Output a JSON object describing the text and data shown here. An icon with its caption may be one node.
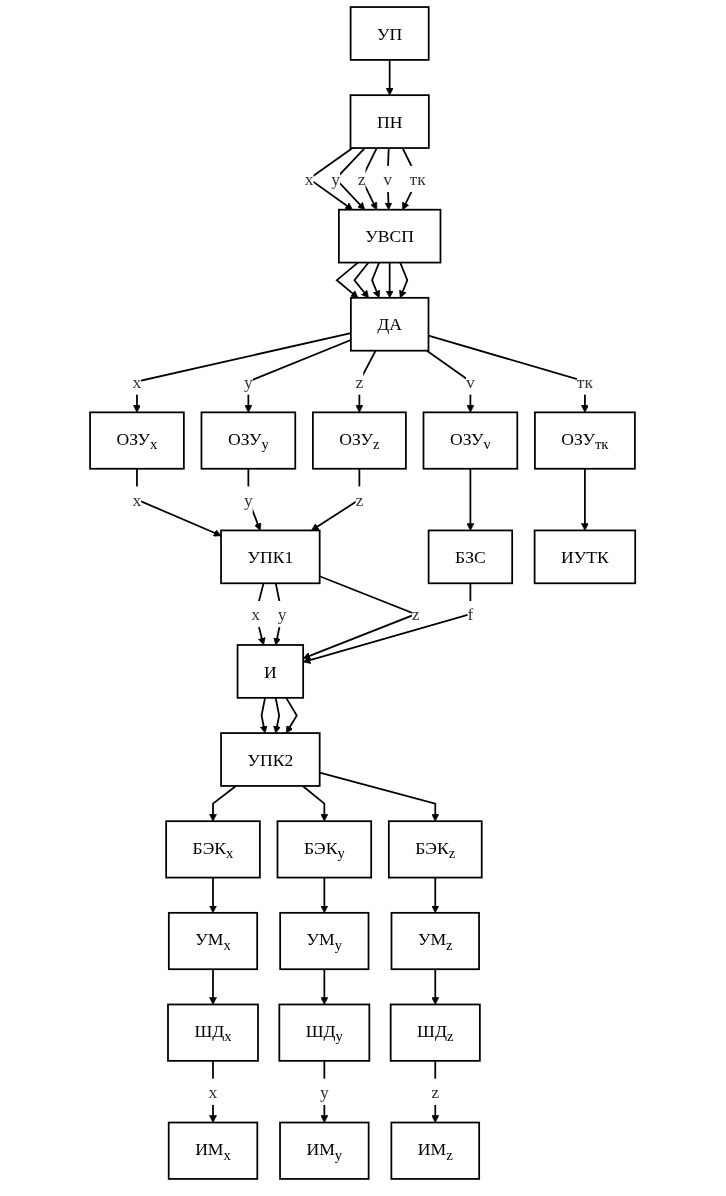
{
  "diagram": {
    "nodes": [
      {
        "text": [
          "УП"
        ]
      },
      {
        "text": [
          "ПН"
        ]
      },
      {
        "text": [
          "УВСП"
        ]
      },
      {
        "text": [
          "ДА"
        ]
      },
      {
        "text": [
          "ОЗУ$_{x}$"
        ]
      },
      {
        "text": [
          "ОЗУ$_{y}$"
        ]
      },
      {
        "text": [
          "ОЗУ$_{z}$"
        ]
      },
      {
        "text": [
          "ОЗУ$_{v}$"
        ]
      },
      {
        "text": [
          "ОЗУ$_{тк}$"
        ]
      },
      {
        "text": [
          "УПК1"
        ]
      },
      {
        "text": [
          "БЗС"
        ]
      },
      {
        "text": [
          "ИУТК"
        ]
      },
      {
        "text": [
          "И"
        ]
      },
      {
        "text": [
          "УПК2"
        ]
      },
      {
        "text": [
          "БЭК$_{x}$"
        ]
      },
      {
        "text": [
          "БЭК$_{y}$"
        ]
      },
      {
        "text": [
          "БЭК$_{z}$"
        ]
      },
      {
        "text": [
          "УМ$_{x}$"
        ]
      },
      {
        "text": [
          "УМ$_{y}$"
        ]
      },
      {
        "text": [
          "УМ$_{z}$"
        ]
      },
      {
        "text": [
          "ШД$_{x}$"
        ]
      },
      {
        "text": [
          "ШД$_{y}$"
        ]
      },
      {
        "text": [
          "ШД$_{z}$"
        ]
      },
      {
        "text": [
          "ИМ$_{x}$"
        ]
      },
      {
        "text": [
          "ИМ$_{y}$"
        ]
      },
      {
        "text": [
          "ИМ$_{z}$"
        ]
      }
    ],
    "edges": [
      {
        "from": 0,
        "to": 1,
        "arrow": "to"
      },
      {
        "from": 1,
        "to": 2,
        "arrow": "to",
        "label": "x"
      },
      {
        "from": 1,
        "to": 2,
        "arrow": "to",
        "label": "y"
      },
      {
        "from": 1,
        "to": 2,
        "arrow": "to",
        "label": "z"
      },
      {
        "from": 1,
        "to": 2,
        "arrow": "to",
        "label": "v"
      },
      {
        "from": 1,
        "to": 2,
        "arrow": "to",
        "label": "тк"
      },
      {
        "from": 2,
        "to": 3,
        "arrow": "to"
      },
      {
        "from": 2,
        "to": 3,
        "arrow": "to"
      },
      {
        "from": 2,
        "to": 3,
        "arrow": "to"
      },
      {
        "from": 2,
        "to": 3,
        "arrow": "to"
      },
      {
        "from": 2,
        "to": 3,
        "arrow": "to"
      },
      {
        "from": 3,
        "to": 4,
        "arrow": "to",
        "label": "x"
      },
      {
        "from": 3,
        "to": 5,
        "arrow": "to",
        "label": "y"
      },
      {
        "from": 3,
        "to": 6,
        "arrow": "to",
        "label": "z"
      },
      {
        "from": 3,
        "to": 7,
        "arrow": "to",
        "label": "v"
      },
      {
        "from": 3,
        "to": 8,
        "arrow": "to",
        "label": "тк"
      },
      {
        "from": 4,
        "to": 9,
        "arrow": "to",
        "label": "x"
      },
      {
        "from": 5,
        "to": 9,
        "arrow": "to",
        "label": "y"
      },
      {
        "from": 6,
        "to": 9,
        "arrow": "to",
        "label": "z"
      },
      {
        "from": 7,
        "to": 10,
        "arrow": "to"
      },
      {
        "from": 8,
        "to": 11,
        "arrow": "to"
      },
      {
        "from": 9,
        "to": 12,
        "arrow": "to",
        "label": "x"
      },
      {
        "from": 9,
        "to": 12,
        "arrow": "to",
        "label": "y"
      },
      {
        "from": 9,
        "to": 12,
        "arrow": "to",
        "label": "z"
      },
      {
        "from": 10,
        "to": 12,
        "arrow": "to",
        "label": "f"
      },
      {
        "from": 12,
        "to": 13,
        "arrow": "to"
      },
      {
        "from": 12,
        "to": 13,
        "arrow": "to"
      },
      {
        "from": 12,
        "to": 13,
        "arrow": "to"
      },
      {
        "from": 13,
        "to": 14,
        "arrow": "to"
      },
      {
        "from": 13,
        "to": 15,
        "arrow": "to"
      },
      {
        "from": 13,
        "to": 16,
        "arrow": "to"
      },
      {
        "from": 14,
        "to": 17,
        "arrow": "to"
      },
      {
        "from": 15,
        "to": 18,
        "arrow": "to"
      },
      {
        "from": 16,
        "to": 19,
        "arrow": "to"
      },
      {
        "from": 17,
        "to": 20,
        "arrow": "to"
      },
      {
        "from": 18,
        "to": 21,
        "arrow": "to"
      },
      {
        "from": 19,
        "to": 22,
        "arrow": "to"
      },
      {
        "from": 20,
        "to": 23,
        "arrow": "to",
        "label": "x"
      },
      {
        "from": 21,
        "to": 24,
        "arrow": "to",
        "label": "y"
      },
      {
        "from": 22,
        "to": 25,
        "arrow": "to",
        "label": "z"
      }
    ]
  }
}
